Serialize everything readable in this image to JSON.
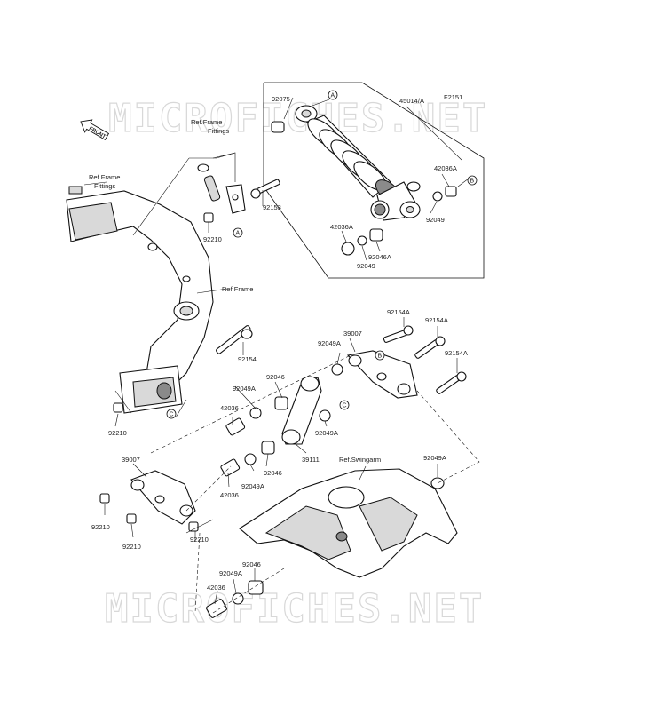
{
  "watermark": "MICROFICHES.NET",
  "front_arrow": "FRONT",
  "ref_labels": {
    "frame_fittings_top": [
      "Ref.Frame",
      "Fittings"
    ],
    "frame_fittings_left": [
      "Ref.Frame",
      "Fittings"
    ],
    "frame": "Ref.Frame",
    "swingarm": "Ref.Swingarm"
  },
  "part_labels": {
    "p92075": "92075",
    "p45014A": "45014/A",
    "pF2151": "F2151",
    "p42036A_r": "42036A",
    "p92049_r": "92049",
    "p42036A_l": "42036A",
    "p92046A": "92046A",
    "p92049_b": "92049",
    "p92153": "92153",
    "p92210_top": "92210",
    "p92154A_1": "92154A",
    "p92154A_2": "92154A",
    "p92154A_3": "92154A",
    "p39007_r": "39007",
    "p92049A_1": "92049A",
    "p92154": "92154",
    "p92046_1": "92046",
    "p92049A_2": "92049A",
    "p42036_1": "42036",
    "p92210_l": "92210",
    "p92049A_3": "92049A",
    "p39111": "39111",
    "p39007_l": "39007",
    "p92046_2": "92046",
    "p92049A_4": "92049A",
    "p42036_2": "42036",
    "p92049A_5": "92049A",
    "p92210_a": "92210",
    "p92210_b": "92210",
    "p92210_c": "92210",
    "p92046_3": "92046",
    "p92049A_6": "92049A",
    "p42036_3": "42036"
  },
  "callouts": {
    "a1": "A",
    "a2": "A",
    "b1": "B",
    "b2": "B",
    "c1": "C",
    "c2": "C"
  }
}
